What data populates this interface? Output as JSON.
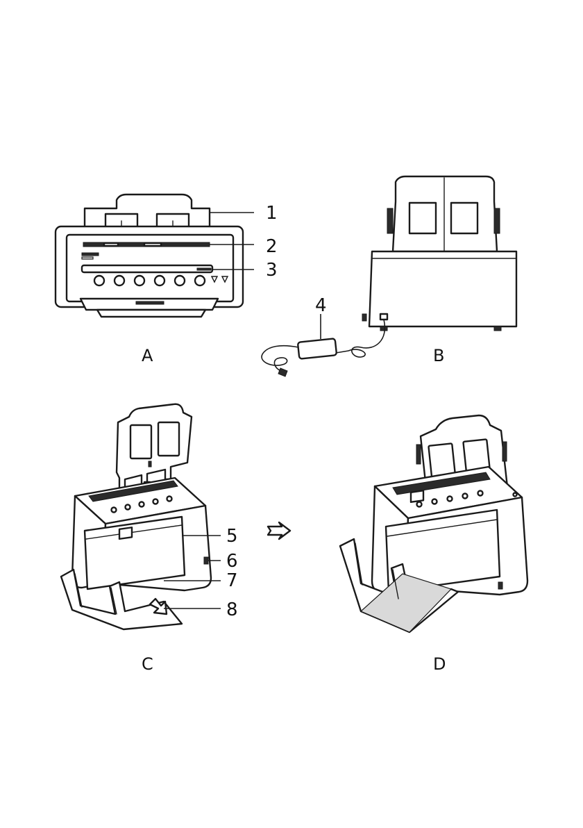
{
  "panels": {
    "a": {
      "label": "A"
    },
    "b": {
      "label": "B"
    },
    "c": {
      "label": "C"
    },
    "d": {
      "label": "D"
    }
  },
  "callouts": {
    "c1": {
      "number": "1"
    },
    "c2": {
      "number": "2"
    },
    "c3": {
      "number": "3"
    },
    "c4": {
      "number": "4"
    },
    "c5": {
      "number": "5"
    },
    "c6": {
      "number": "6"
    },
    "c7": {
      "number": "7"
    },
    "c8": {
      "number": "8"
    }
  },
  "colors": {
    "line": "#1a1a1a",
    "background": "#ffffff"
  },
  "icons": {
    "transition": "double-arrow-right-icon",
    "insert": "arrow-down-icon",
    "pull": "arrow-down-right-icon"
  }
}
